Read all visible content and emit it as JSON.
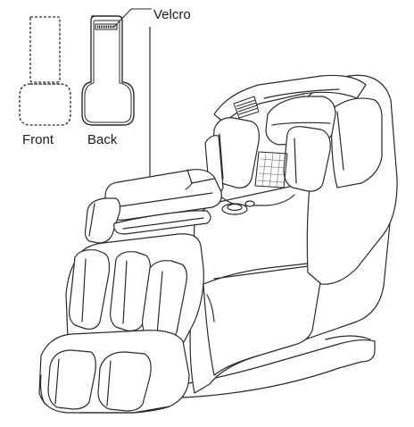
{
  "figure": {
    "labels": {
      "front": "Front",
      "back": "Back",
      "velcro": "Velcro"
    },
    "colors": {
      "line": "#2a2a2a",
      "fill": "#ffffff",
      "velcro_strip": "#222222",
      "mesh": "#8a8a8a"
    }
  }
}
